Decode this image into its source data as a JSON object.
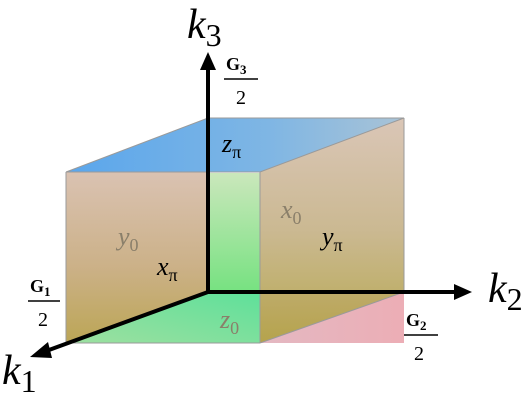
{
  "axes": {
    "k1": {
      "symbol": "k",
      "subscript": "1"
    },
    "k2": {
      "symbol": "k",
      "subscript": "2"
    },
    "k3": {
      "symbol": "k",
      "subscript": "3"
    }
  },
  "boundaries": {
    "g1": {
      "vector": "G",
      "subscript": "1",
      "denominator": "2"
    },
    "g2": {
      "vector": "G",
      "subscript": "2",
      "denominator": "2"
    },
    "g3": {
      "vector": "G",
      "subscript": "3",
      "denominator": "2"
    }
  },
  "faces": {
    "z_pi": {
      "letter": "z",
      "subscript": "π"
    },
    "z_0": {
      "letter": "z",
      "subscript": "0"
    },
    "y_0": {
      "letter": "y",
      "subscript": "0"
    },
    "x_pi": {
      "letter": "x",
      "subscript": "π"
    },
    "x_0": {
      "letter": "x",
      "subscript": "0"
    },
    "y_pi": {
      "letter": "y",
      "subscript": "π"
    }
  },
  "colors": {
    "top": "#6fb2ec",
    "front": "#c9b08a",
    "right": "#b8a971",
    "back_green": "#7fe08a",
    "bottom_green": "#73e49a",
    "bottom_red": "#e08a9a",
    "axis": "#000000",
    "face_label_dark": "#000000",
    "face_label_gray": "#8a7f6a"
  }
}
